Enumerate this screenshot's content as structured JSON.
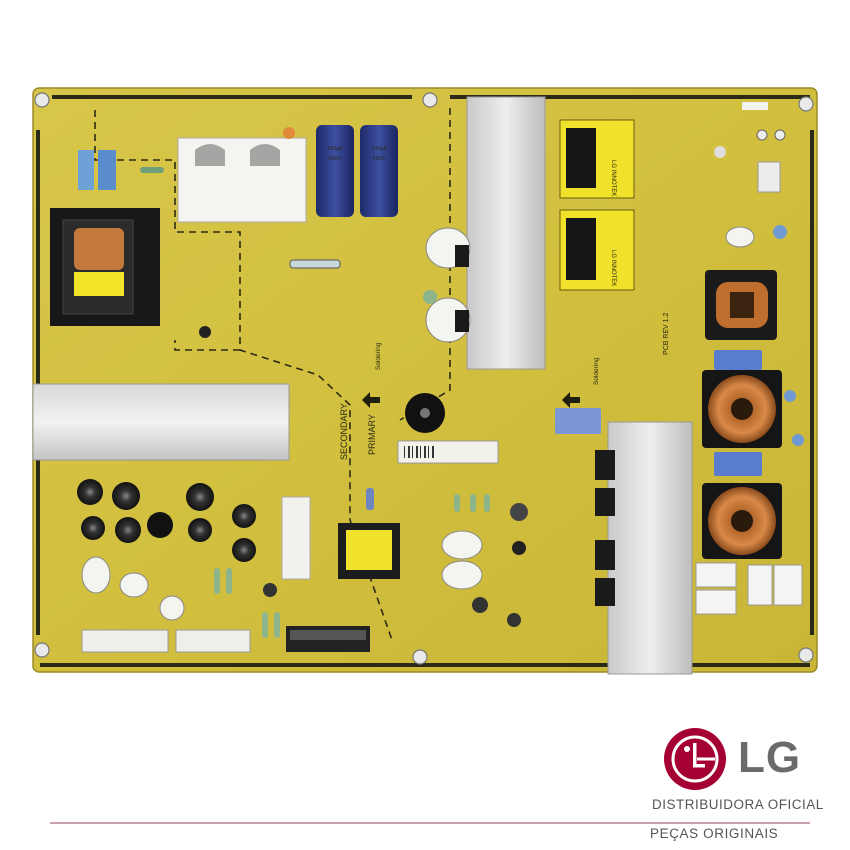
{
  "image": {
    "subject": "LG power supply printed circuit board"
  },
  "board_labels": {
    "secondary": "SECONDARY",
    "primary": "PRIMARY",
    "pcb_rev": "PCB REV 1.2",
    "soldering_left": "Soldering",
    "soldering_right": "Soldering"
  },
  "brand": {
    "logo_word": "LG",
    "line1": "DISTRIBUIDORA OFICIAL",
    "line2": "PEÇAS ORIGINAIS",
    "colors": {
      "logo_red": "#a50034",
      "text_gray": "#6b6b6b",
      "rule": "#c9a1a8"
    }
  }
}
